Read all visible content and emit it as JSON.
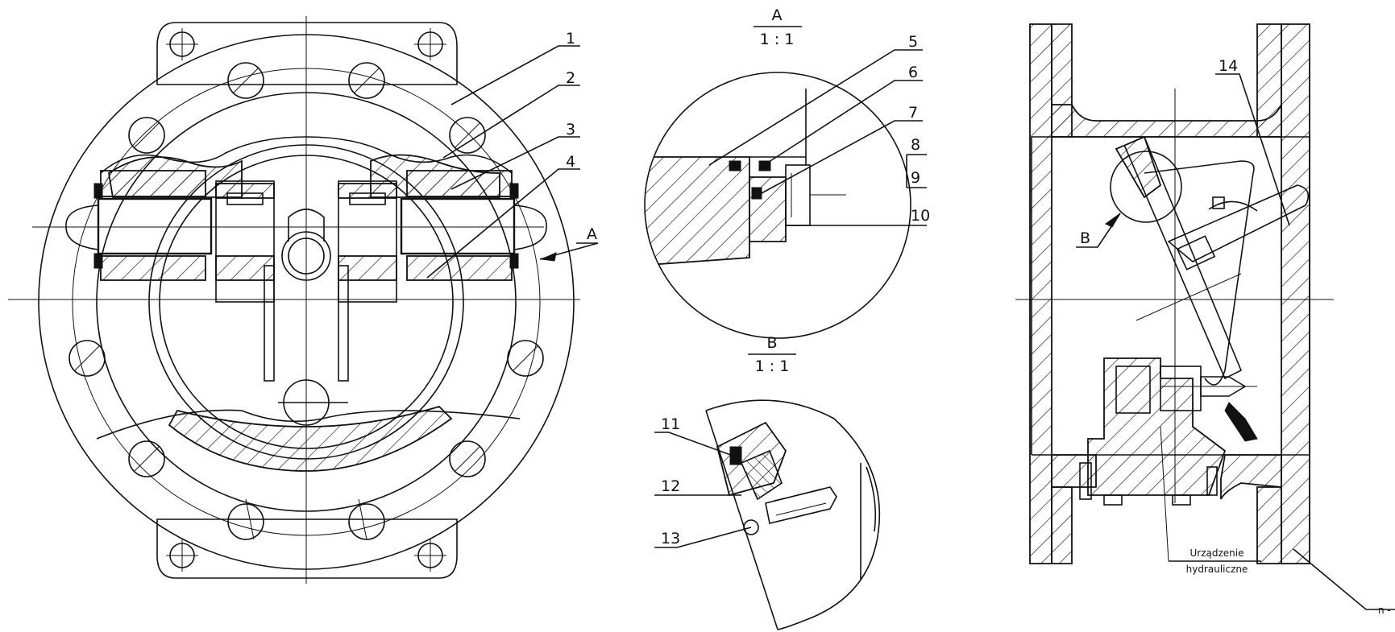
{
  "callouts": [
    "1",
    "2",
    "3",
    "4",
    "5",
    "6",
    "7",
    "8",
    "9",
    "10",
    "11",
    "12",
    "13",
    "14"
  ],
  "view_a": {
    "letter": "A",
    "scale": "1 : 1"
  },
  "view_b": {
    "letter": "B",
    "scale": "1 : 1"
  },
  "section_marker_a": "A",
  "section_marker_b": "B",
  "hydraulic_label": {
    "line1": "Urządzenie",
    "line2": "hydrauliczne"
  },
  "cut_label": "n -"
}
